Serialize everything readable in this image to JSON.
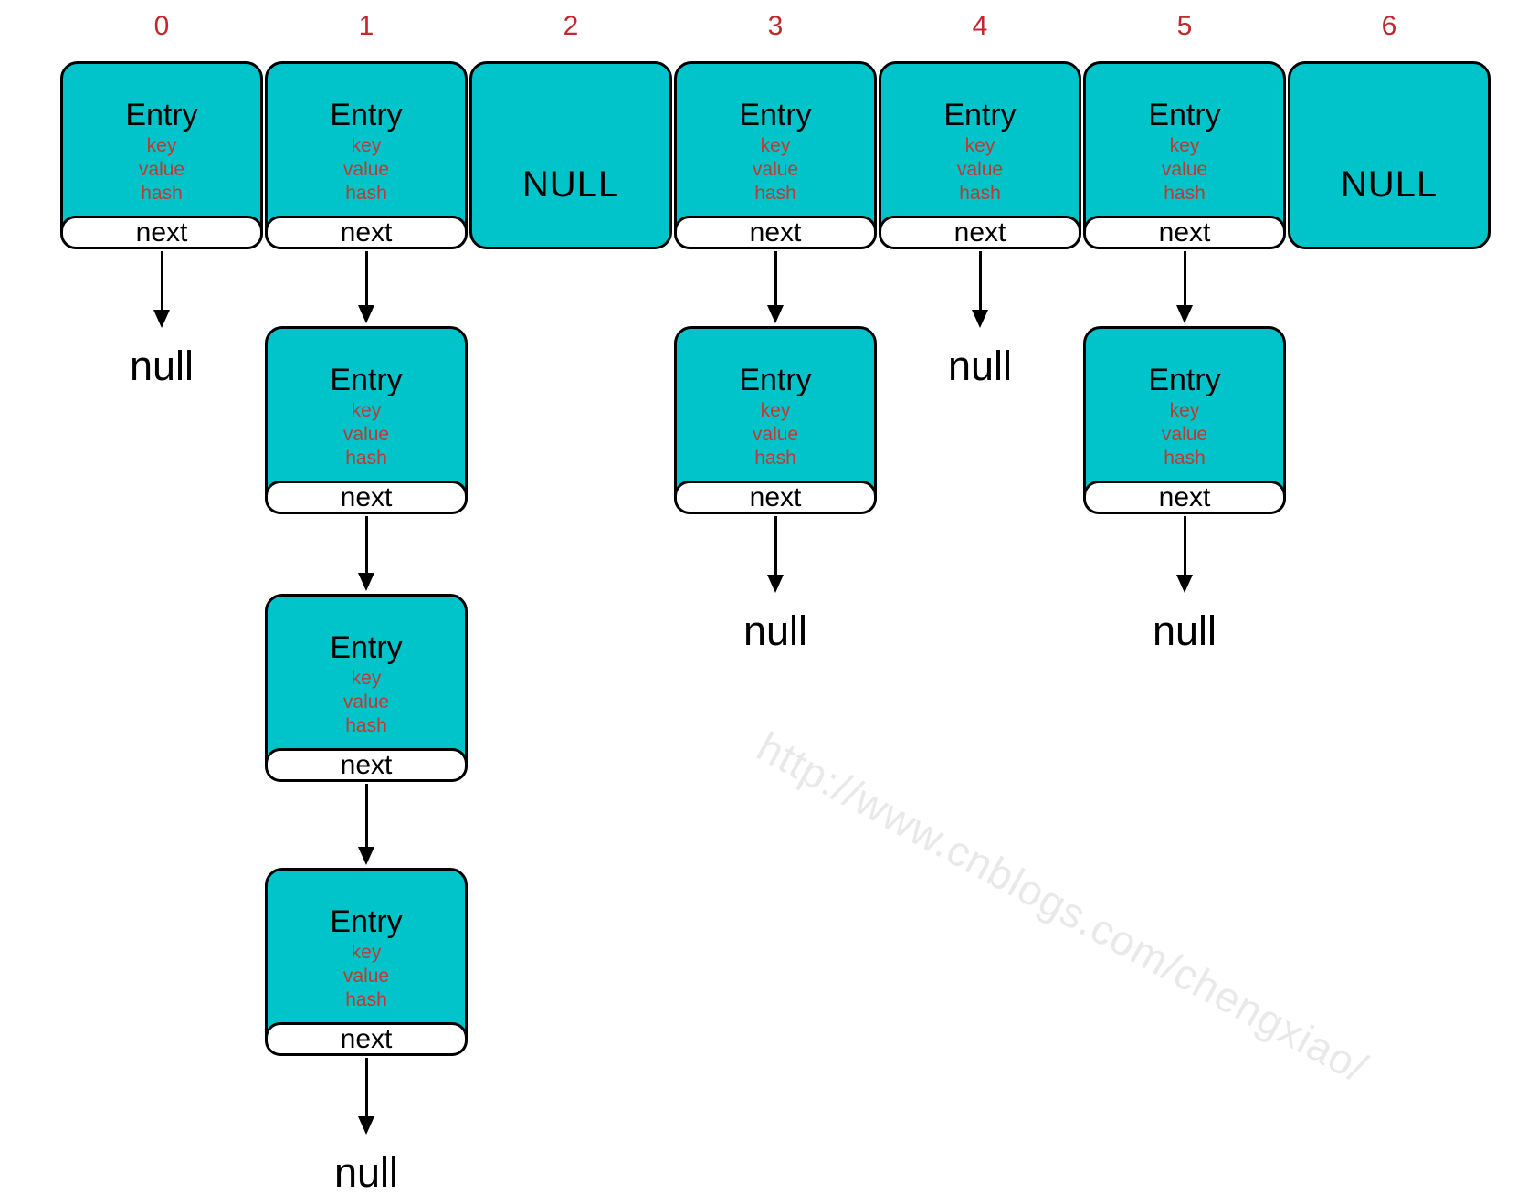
{
  "diagram": {
    "kind": "hashmap-bucket-array-with-entry-chains",
    "labels": {
      "entry": "Entry",
      "key": "key",
      "value": "value",
      "hash": "hash",
      "next": "next",
      "null_cell": "NULL",
      "chain_end": "null"
    },
    "columns": [
      {
        "index": "0",
        "type": "entry",
        "chain_length": 0,
        "terminator": "null"
      },
      {
        "index": "1",
        "type": "entry",
        "chain_length": 3,
        "terminator": "null"
      },
      {
        "index": "2",
        "type": "null"
      },
      {
        "index": "3",
        "type": "entry",
        "chain_length": 1,
        "terminator": "null"
      },
      {
        "index": "4",
        "type": "entry",
        "chain_length": 0,
        "terminator": "null"
      },
      {
        "index": "5",
        "type": "entry",
        "chain_length": 1,
        "terminator": "null"
      },
      {
        "index": "6",
        "type": "null"
      }
    ],
    "watermark": "http://www.cnblogs.com/chengxiao/"
  },
  "colors": {
    "cell_fill": "#00c4c9",
    "field_red": "#bd3a32",
    "index_red": "#c1272d",
    "watermark_gray": "#e9e9e9"
  }
}
